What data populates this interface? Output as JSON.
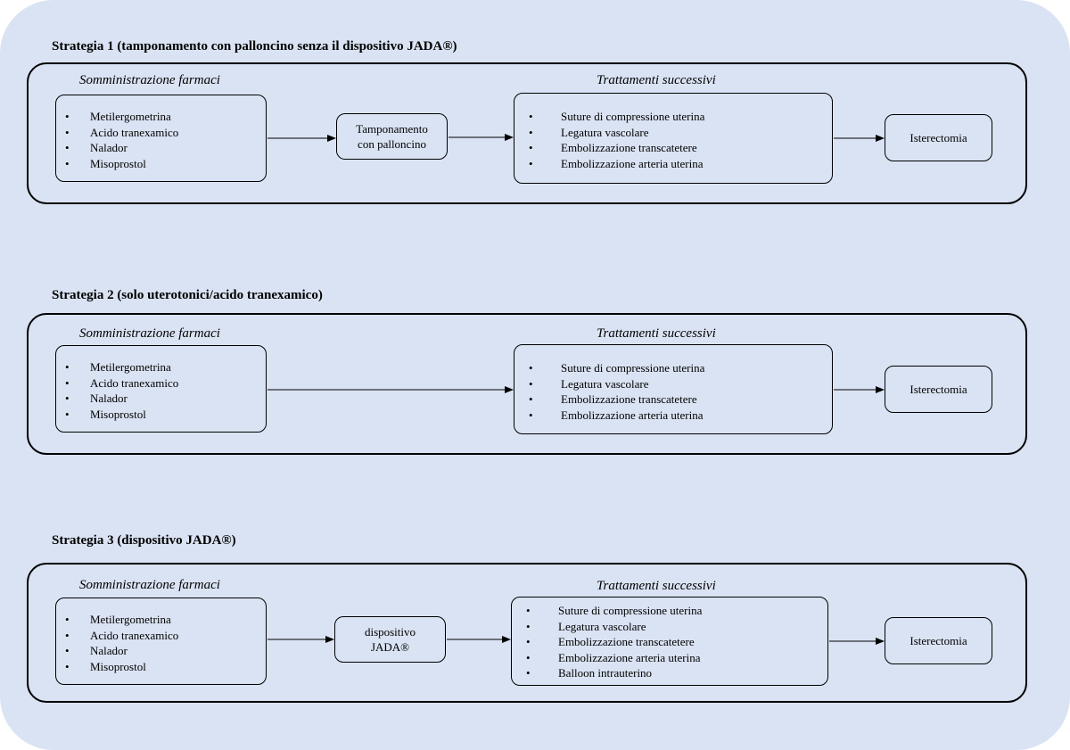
{
  "colors": {
    "background": "#dae3f3",
    "stroke": "#000000"
  },
  "strategies": [
    {
      "title": "Strategia 1 (tamponamento con palloncino senza il dispositivo JADA®)",
      "drugs_label": "Somministrazione farmaci",
      "drugs": [
        "Metilergometrina",
        "Acido tranexamico",
        "Nalador",
        "Misoprostol"
      ],
      "intermediate": [
        "Tamponamento",
        "con palloncino"
      ],
      "treatments_label": "Trattamenti successivi",
      "treatments": [
        "Suture di compressione uterina",
        "Legatura vascolare",
        "Embolizzazione transcatetere",
        "Embolizzazione arteria uterina"
      ],
      "final": "Isterectomia"
    },
    {
      "title": "Strategia 2 (solo uterotonici/acido tranexamico)",
      "drugs_label": "Somministrazione farmaci",
      "drugs": [
        "Metilergometrina",
        "Acido tranexamico",
        "Nalador",
        "Misoprostol"
      ],
      "treatments_label": "Trattamenti successivi",
      "treatments": [
        "Suture di compressione uterina",
        "Legatura vascolare",
        "Embolizzazione transcatetere",
        "Embolizzazione arteria uterina"
      ],
      "final": "Isterectomia"
    },
    {
      "title": "Strategia 3 (dispositivo JADA®)",
      "drugs_label": "Somministrazione farmaci",
      "drugs": [
        "Metilergometrina",
        "Acido tranexamico",
        "Nalador",
        "Misoprostol"
      ],
      "intermediate": [
        "dispositivo",
        "JADA®"
      ],
      "treatments_label": "Trattamenti successivi",
      "treatments": [
        "Suture di compressione uterina",
        "Legatura vascolare",
        "Embolizzazione transcatetere",
        "Embolizzazione arteria uterina",
        "Balloon intrauterino"
      ],
      "final": "Isterectomia"
    }
  ]
}
